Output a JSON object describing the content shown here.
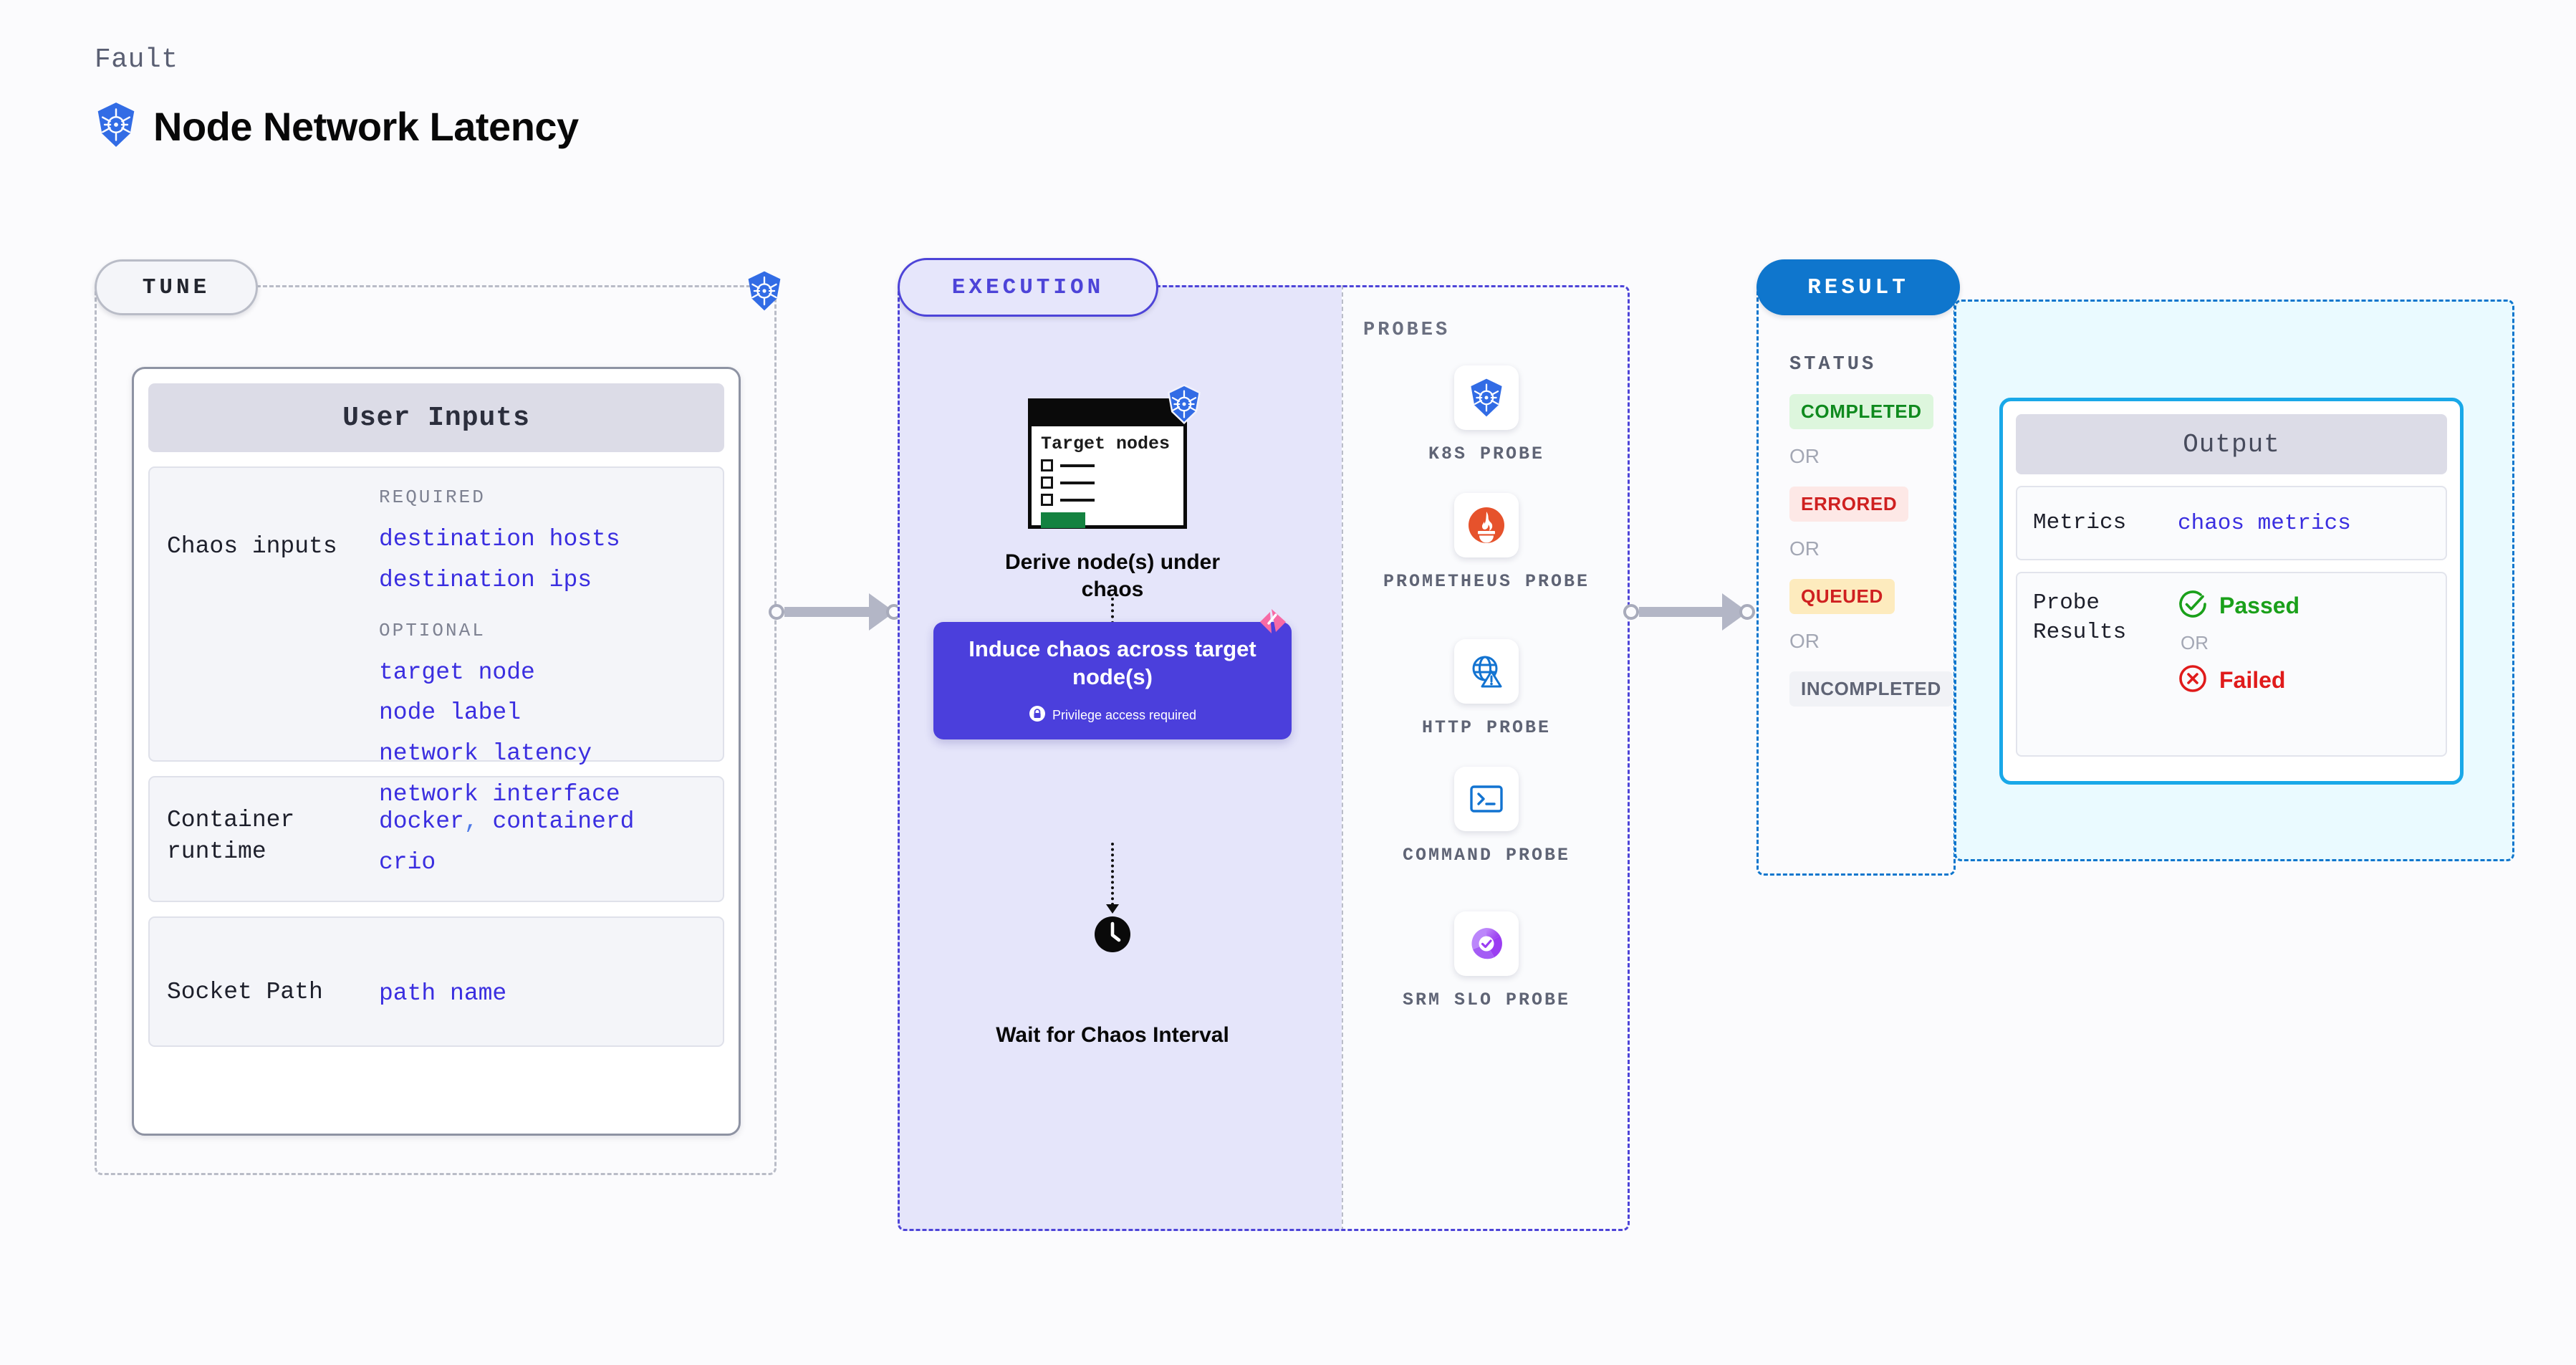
{
  "header": {
    "eyebrow": "Fault",
    "title": "Node Network Latency",
    "icon": "kubernetes-icon"
  },
  "stages": {
    "tune": {
      "badge": "TUNE",
      "card_title": "User Inputs",
      "blocks": [
        {
          "label": "Chaos inputs",
          "groups": [
            {
              "title": "REQUIRED",
              "values": [
                "destination hosts",
                "destination ips"
              ]
            },
            {
              "title": "OPTIONAL",
              "values": [
                "target node",
                "node label",
                "network latency",
                "network interface"
              ]
            }
          ]
        },
        {
          "label": "Container runtime",
          "values_line1": [
            "docker",
            "containerd"
          ],
          "separator": ",",
          "values_line2": [
            "crio"
          ]
        },
        {
          "label": "Socket Path",
          "values": [
            "path name"
          ]
        }
      ]
    },
    "execution": {
      "badge": "EXECUTION",
      "target_card": {
        "title": "Target nodes",
        "icon": "kubernetes-icon",
        "checkbox_rows": 3
      },
      "steps": [
        {
          "label": "Derive node(s) under chaos"
        },
        {
          "label": "Induce chaos across target node(s)",
          "privilege_note": "Privilege access required",
          "privilege_icon": "lock-icon",
          "corner_icon": "litmus-chaos-icon",
          "color": "#4b3fdc"
        },
        {
          "label": "Wait for Chaos Interval",
          "icon": "clock-icon"
        }
      ],
      "probes_title": "PROBES",
      "probes": [
        {
          "name": "K8S PROBE",
          "icon": "kubernetes-icon"
        },
        {
          "name": "PROMETHEUS PROBE",
          "icon": "prometheus-icon"
        },
        {
          "name": "HTTP PROBE",
          "icon": "http-globe-warning-icon"
        },
        {
          "name": "COMMAND PROBE",
          "icon": "terminal-icon"
        },
        {
          "name": "SRM SLO PROBE",
          "icon": "srm-slo-icon"
        }
      ]
    },
    "result": {
      "badge": "RESULT",
      "status_title": "STATUS",
      "or_label": "OR",
      "statuses": [
        {
          "label": "COMPLETED",
          "color": "#0f8a1e",
          "bg": "#ddf6dd"
        },
        {
          "label": "ERRORED",
          "color": "#cf2020",
          "bg": "#fde8e6"
        },
        {
          "label": "QUEUED",
          "color": "#cf2020",
          "bg": "#fdebbe"
        },
        {
          "label": "INCOMPLETED",
          "color": "#5f6475",
          "bg": "#f1f2f6"
        }
      ]
    },
    "outcome": {
      "card_title": "Output",
      "metrics_label": "Metrics",
      "metrics_value": "chaos metrics",
      "probe_results_label": "Probe Results",
      "or_label": "OR",
      "passed_label": "Passed",
      "failed_label": "Failed",
      "passed_color": "#1aa01a",
      "failed_color": "#e01b1b",
      "passed_icon": "check-circle-icon",
      "failed_icon": "x-circle-icon"
    }
  },
  "colors": {
    "page_bg": "#fbfbfd",
    "tune_border": "#b9bcc7",
    "exec_border": "#4d44d8",
    "exec_fill": "#e5e5fa",
    "result_border": "#0f76cd",
    "outcome_fill": "#eafaff",
    "outcome_border": "#19a8e8",
    "value_blue": "#3a2ee0",
    "kubernetes_blue": "#326ce5",
    "litmus_pink": "#f76aa5"
  }
}
